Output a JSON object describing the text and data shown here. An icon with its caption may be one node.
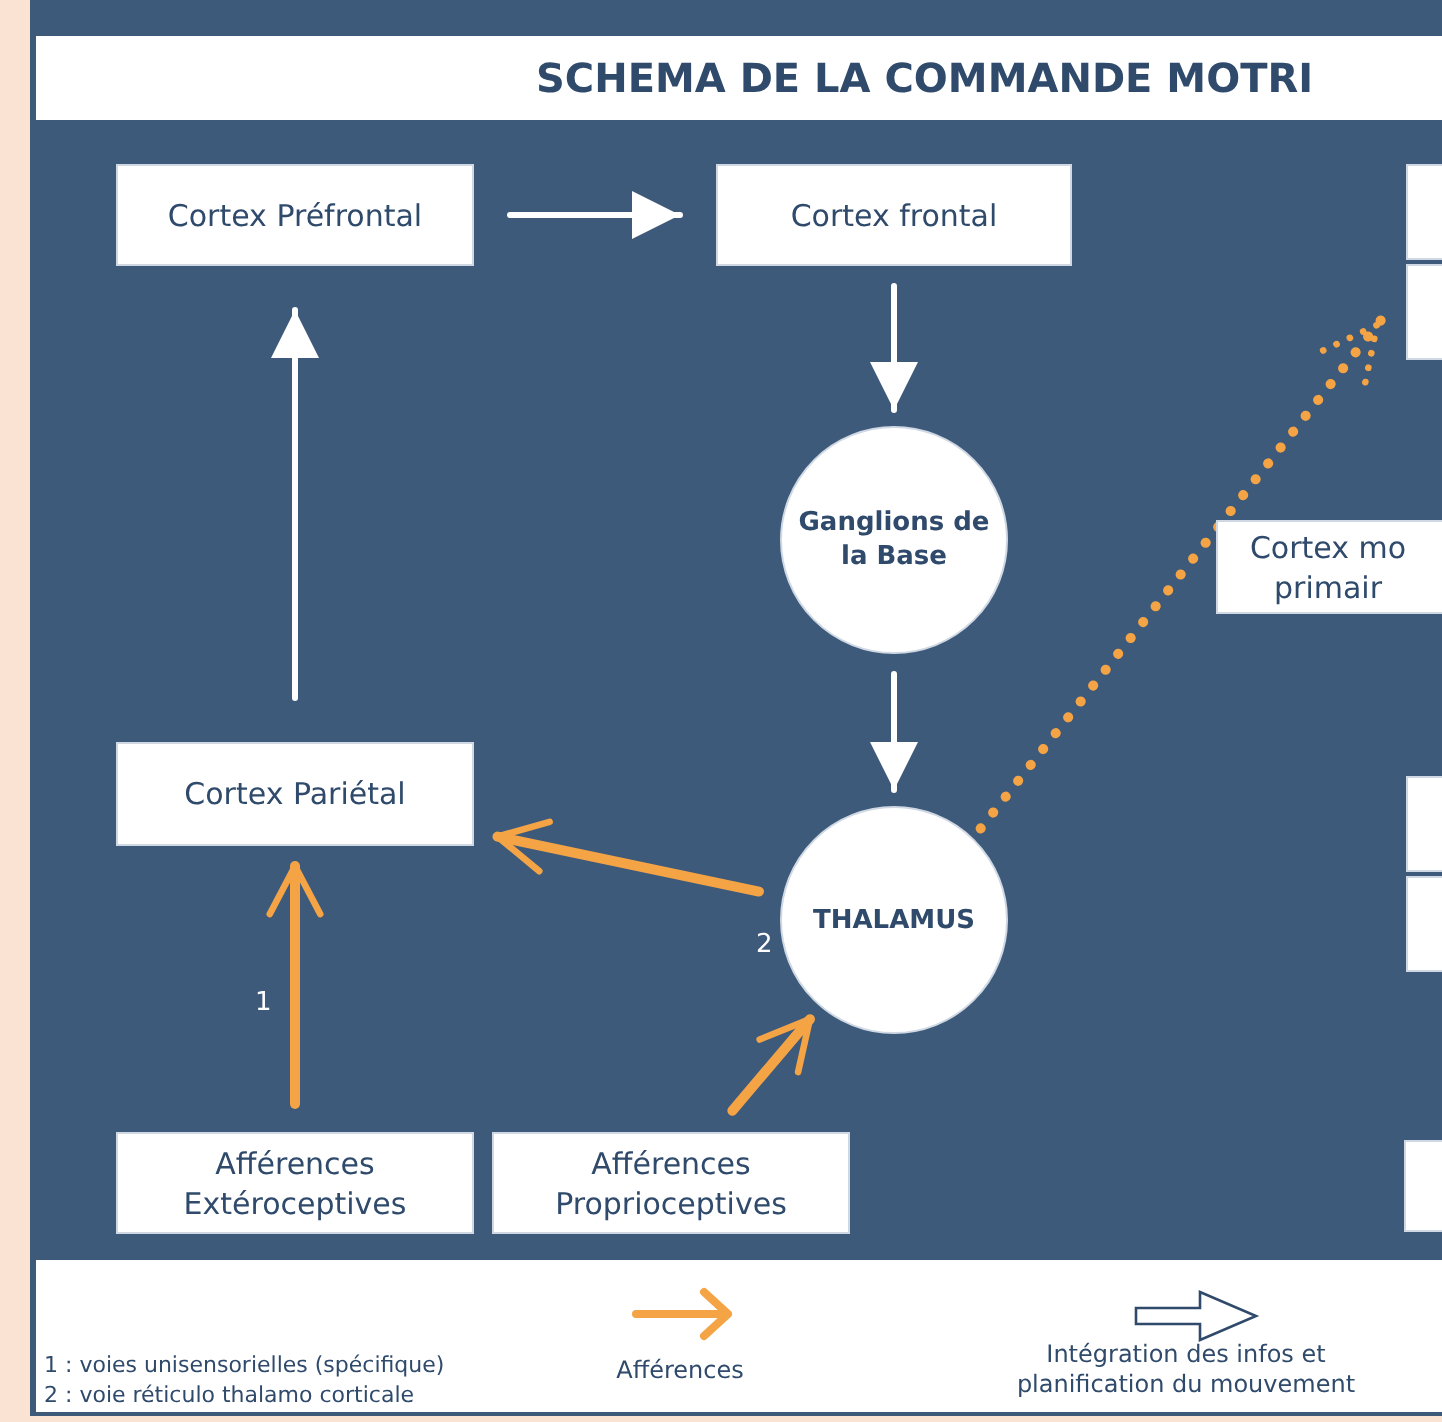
{
  "diagram": {
    "title": "SCHEMA DE LA COMMANDE MOTRI",
    "nodes": [
      {
        "text": [
          "Cortex Préfrontal"
        ]
      },
      {
        "text": [
          "Cortex frontal"
        ]
      },
      {
        "text": [
          "Ganglions de la Base"
        ]
      },
      {
        "text": [
          "Cortex Pariétal"
        ]
      },
      {
        "text": [
          "THALAMUS"
        ],
        "beside": [
          "2"
        ]
      },
      {
        "text": [
          "Afférences Extéroceptives"
        ]
      },
      {
        "text": [
          "Afférences Proprioceptives"
        ]
      },
      {
        "text": [],
        "shape": "box"
      },
      {
        "text": [],
        "shape": "box"
      },
      {
        "text": [
          "Cortex mo primair"
        ]
      },
      {
        "text": [],
        "shape": "box"
      },
      {
        "text": [],
        "shape": "box"
      },
      {
        "text": [],
        "shape": "box"
      }
    ],
    "edges": [
      {
        "from": 0,
        "to": 1,
        "arrow": "to"
      },
      {
        "from": 1,
        "to": 2,
        "arrow": "to"
      },
      {
        "from": 2,
        "to": 4,
        "arrow": "to"
      },
      {
        "from": 3,
        "to": 0,
        "arrow": "to"
      },
      {
        "from": 4,
        "to": 3,
        "arrow": "to",
        "color": "#f5a445"
      },
      {
        "from": 5,
        "to": 3,
        "arrow": "to",
        "label": "1",
        "color": "#f5a445"
      },
      {
        "from": 6,
        "to": 4,
        "arrow": "to",
        "color": "#f5a445"
      },
      {
        "from": 4,
        "to": 8,
        "arrow": "to",
        "style": "dashed",
        "color": "#f5a445"
      }
    ],
    "labels": [
      "1 : voies unisensorielles (spécifique)",
      "2 : voie réticulo thalamo corticale"
    ],
    "legend": [
      {
        "text": "Afférences"
      },
      {
        "text": "Intégration des infos et planification du mouvement"
      }
    ]
  }
}
